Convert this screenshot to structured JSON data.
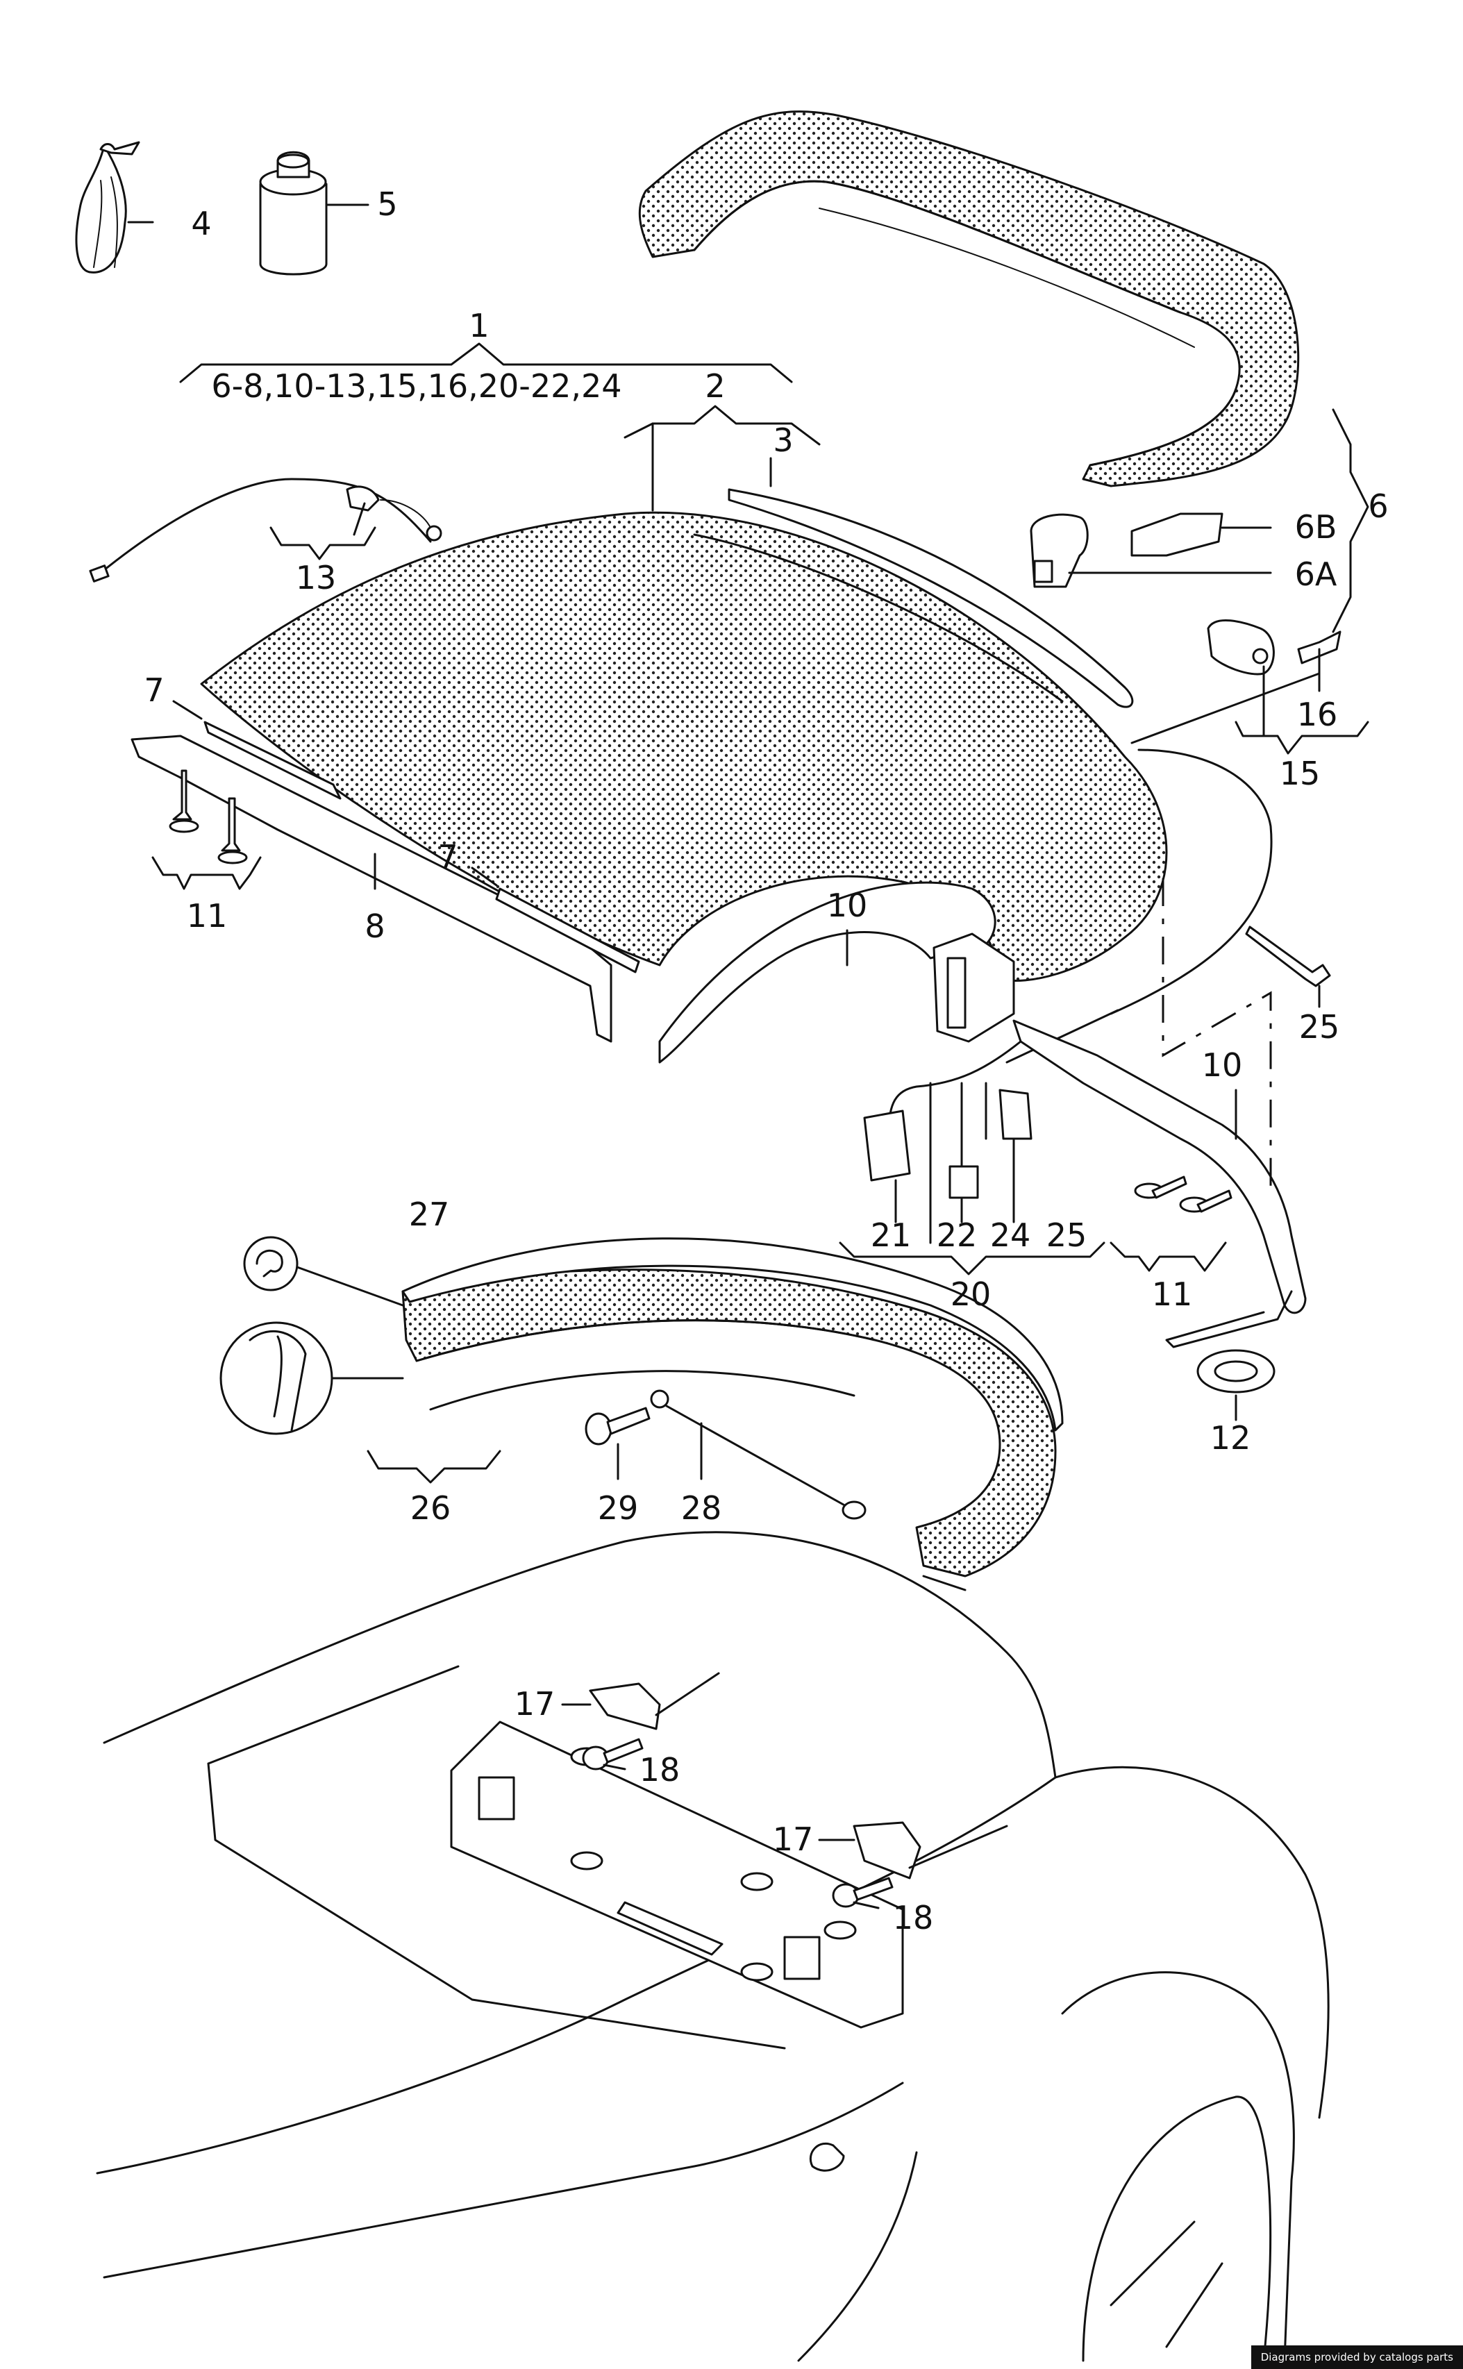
{
  "labels": {
    "l1": "1",
    "l1_sub": "6-8,10-13,15,16,20-22,24",
    "l2": "2",
    "l3": "3",
    "l4": "4",
    "l5": "5",
    "l6": "6",
    "l6a": "6A",
    "l6b": "6B",
    "l7a": "7",
    "l7b": "7",
    "l8": "8",
    "l10a": "10",
    "l10b": "10",
    "l11a": "11",
    "l11b": "11",
    "l12": "12",
    "l13": "13",
    "l15": "15",
    "l16": "16",
    "l17a": "17",
    "l17b": "17",
    "l18a": "18",
    "l18b": "18",
    "l20": "20",
    "l21": "21",
    "l22": "22",
    "l24": "24",
    "l25a": "25",
    "l25b": "25",
    "l26": "26",
    "l27": "27",
    "l28": "28",
    "l29": "29"
  },
  "footer": {
    "credit": "Diagrams provided by catalogs parts"
  },
  "colors": {
    "line": "#111111",
    "background": "#ffffff"
  }
}
